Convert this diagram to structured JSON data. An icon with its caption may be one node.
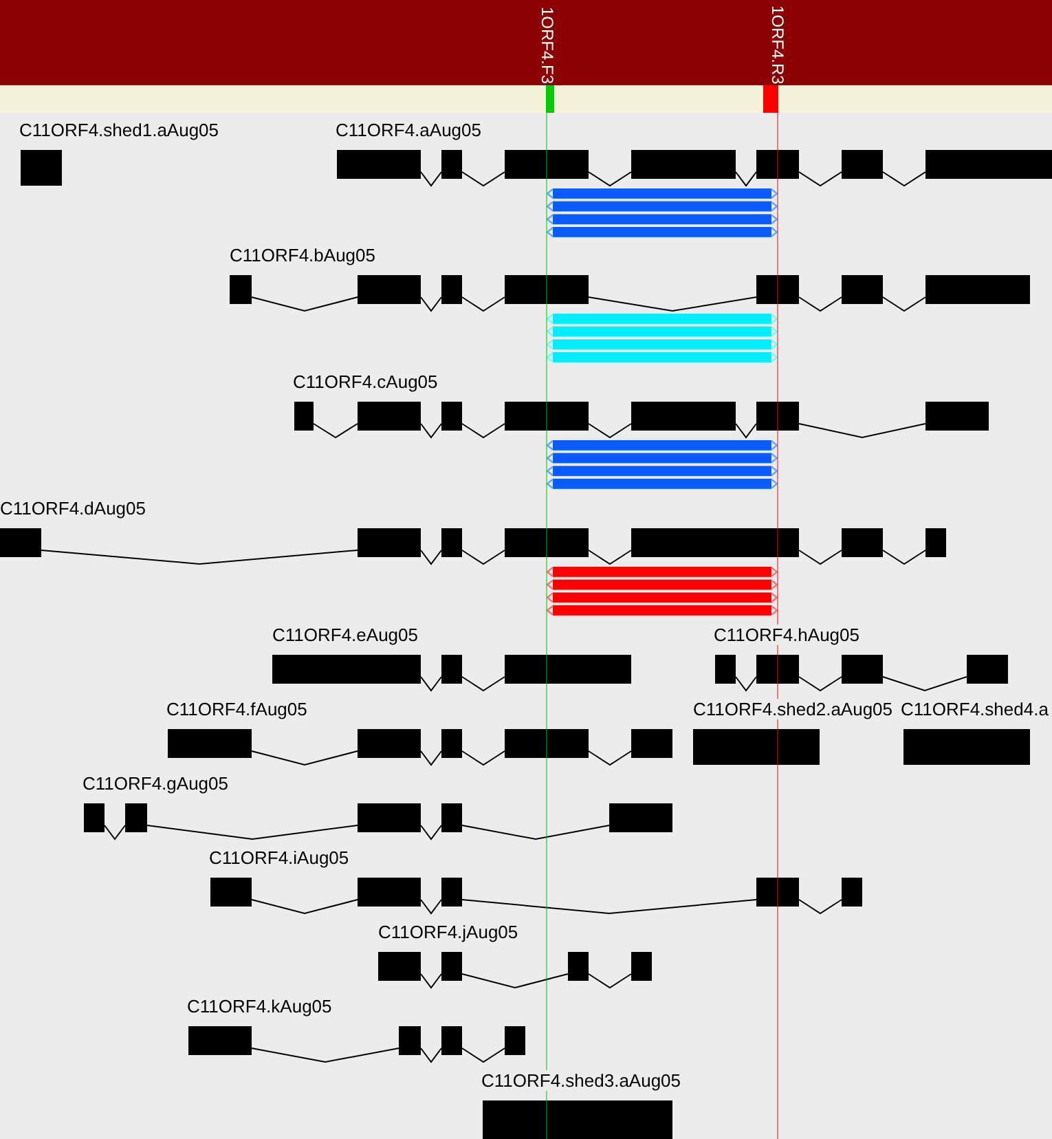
{
  "diagram": {
    "nodes": [
      {
        "text": [],
        "shape": "box"
      },
      {
        "text": [],
        "shape": "box"
      },
      {
        "text": [],
        "shape": "box"
      },
      {
        "text": [],
        "shape": "box"
      },
      {
        "text": [],
        "shape": "box"
      },
      {
        "text": [],
        "shape": "box"
      },
      {
        "text": [],
        "shape": "box"
      },
      {
        "text": [],
        "shape": "box"
      },
      {
        "text": [],
        "shape": "box"
      },
      {
        "text": [],
        "shape": "box"
      },
      {
        "text": [],
        "shape": "box"
      },
      {
        "text": [],
        "shape": "box"
      },
      {
        "text": [],
        "shape": "box"
      },
      {
        "text": [],
        "shape": "box"
      },
      {
        "text": [],
        "shape": "box"
      },
      {
        "text": [],
        "shape": "box"
      },
      {
        "text": [],
        "shape": "box"
      },
      {
        "text": [],
        "shape": "box"
      },
      {
        "text": [],
        "shape": "box"
      },
      {
        "text": [],
        "shape": "box"
      },
      {
        "text": [],
        "shape": "box"
      },
      {
        "text": [],
        "shape": "box"
      },
      {
        "text": [],
        "shape": "box"
      },
      {
        "text": [],
        "shape": "box"
      },
      {
        "text": [],
        "shape": "box"
      },
      {
        "text": [],
        "shape": "box"
      },
      {
        "text": [],
        "shape": "box"
      },
      {
        "text": [],
        "shape": "box"
      },
      {
        "text": [],
        "shape": "box"
      },
      {
        "text": [],
        "shape": "box"
      },
      {
        "text": [],
        "shape": "box"
      },
      {
        "text": [],
        "shape": "box"
      },
      {
        "text": [],
        "shape": "box"
      },
      {
        "text": [],
        "shape": "box"
      },
      {
        "text": [],
        "shape": "box"
      },
      {
        "text": [],
        "shape": "box"
      },
      {
        "text": [],
        "shape": "box"
      },
      {
        "text": [],
        "shape": "box"
      },
      {
        "text": [],
        "shape": "box"
      },
      {
        "text": [],
        "shape": "box"
      },
      {
        "text": [],
        "shape": "box"
      },
      {
        "text": [],
        "shape": "box"
      },
      {
        "text": [],
        "shape": "box"
      },
      {
        "text": [],
        "shape": "box"
      },
      {
        "text": [],
        "shape": "box"
      },
      {
        "text": [],
        "shape": "box"
      },
      {
        "text": [],
        "shape": "box"
      },
      {
        "text": [],
        "shape": "box"
      },
      {
        "text": [],
        "shape": "box"
      },
      {
        "text": [],
        "shape": "box"
      },
      {
        "text": [],
        "shape": "box"
      },
      {
        "text": [],
        "shape": "box"
      },
      {
        "text": [],
        "shape": "box"
      },
      {
        "text": [],
        "shape": "box"
      },
      {
        "text": [],
        "shape": "box"
      },
      {
        "text": [],
        "shape": "box"
      },
      {
        "text": [],
        "shape": "box"
      },
      {
        "text": [],
        "shape": "box"
      },
      {
        "text": [],
        "shape": "box"
      },
      {
        "text": [],
        "shape": "box"
      },
      {
        "text": [],
        "shape": "box"
      },
      {
        "text": [],
        "shape": "box"
      }
    ],
    "edges": [
      {
        "from": 1,
        "to": 2,
        "arrow": "none"
      },
      {
        "from": 2,
        "to": 3,
        "arrow": "none"
      },
      {
        "from": 3,
        "to": 4,
        "arrow": "none"
      },
      {
        "from": 4,
        "to": 5,
        "arrow": "none"
      },
      {
        "from": 5,
        "to": 6,
        "arrow": "none"
      },
      {
        "from": 6,
        "to": 7,
        "arrow": "none"
      },
      {
        "from": 8,
        "to": 9,
        "arrow": "none"
      },
      {
        "from": 9,
        "to": 10,
        "arrow": "none"
      },
      {
        "from": 10,
        "to": 11,
        "arrow": "none"
      },
      {
        "from": 11,
        "to": 12,
        "arrow": "none"
      },
      {
        "from": 12,
        "to": 13,
        "arrow": "none"
      },
      {
        "from": 13,
        "to": 14,
        "arrow": "none"
      },
      {
        "from": 15,
        "to": 16,
        "arrow": "none"
      },
      {
        "from": 16,
        "to": 17,
        "arrow": "none"
      },
      {
        "from": 17,
        "to": 18,
        "arrow": "none"
      },
      {
        "from": 18,
        "to": 19,
        "arrow": "none"
      },
      {
        "from": 19,
        "to": 20,
        "arrow": "none"
      },
      {
        "from": 20,
        "to": 21,
        "arrow": "none"
      },
      {
        "from": 22,
        "to": 23,
        "arrow": "none"
      },
      {
        "from": 23,
        "to": 24,
        "arrow": "none"
      },
      {
        "from": 24,
        "to": 25,
        "arrow": "none"
      },
      {
        "from": 25,
        "to": 26,
        "arrow": "none"
      },
      {
        "from": 26,
        "to": 27,
        "arrow": "none"
      },
      {
        "from": 27,
        "to": 28,
        "arrow": "none"
      },
      {
        "from": 29,
        "to": 30,
        "arrow": "none"
      },
      {
        "from": 30,
        "to": 31,
        "arrow": "none"
      },
      {
        "from": 32,
        "to": 33,
        "arrow": "none"
      },
      {
        "from": 33,
        "to": 34,
        "arrow": "none"
      },
      {
        "from": 34,
        "to": 35,
        "arrow": "none"
      },
      {
        "from": 36,
        "to": 37,
        "arrow": "none"
      },
      {
        "from": 37,
        "to": 38,
        "arrow": "none"
      },
      {
        "from": 38,
        "to": 39,
        "arrow": "none"
      },
      {
        "from": 39,
        "to": 40,
        "arrow": "none"
      },
      {
        "from": 43,
        "to": 44,
        "arrow": "none"
      },
      {
        "from": 44,
        "to": 45,
        "arrow": "none"
      },
      {
        "from": 45,
        "to": 46,
        "arrow": "none"
      },
      {
        "from": 46,
        "to": 47,
        "arrow": "none"
      },
      {
        "from": 48,
        "to": 49,
        "arrow": "none"
      },
      {
        "from": 49,
        "to": 50,
        "arrow": "none"
      },
      {
        "from": 50,
        "to": 51,
        "arrow": "none"
      },
      {
        "from": 51,
        "to": 52,
        "arrow": "none"
      },
      {
        "from": 53,
        "to": 54,
        "arrow": "none"
      },
      {
        "from": 54,
        "to": 55,
        "arrow": "none"
      },
      {
        "from": 55,
        "to": 56,
        "arrow": "none"
      },
      {
        "from": 57,
        "to": 58,
        "arrow": "none"
      },
      {
        "from": 58,
        "to": 59,
        "arrow": "none"
      },
      {
        "from": 59,
        "to": 60,
        "arrow": "none"
      }
    ],
    "labels": [
      "1ORF4.F3",
      "1ORF4.R3",
      "C11ORF4.shed1.aAug05",
      "C11ORF4.aAug05",
      "C11ORF4.bAug05",
      "C11ORF4.cAug05",
      "C11ORF4.dAug05",
      "C11ORF4.eAug05",
      "C11ORF4.hAug05",
      "C11ORF4.fAug05",
      "C11ORF4.shed2.aAug05",
      "C11ORF4.shed4.a",
      "C11ORF4.gAug05",
      "C11ORF4.iAug05",
      "C11ORF4.jAug05",
      "C11ORF4.kAug05",
      "C11ORF4.shed3.aAug05"
    ]
  }
}
